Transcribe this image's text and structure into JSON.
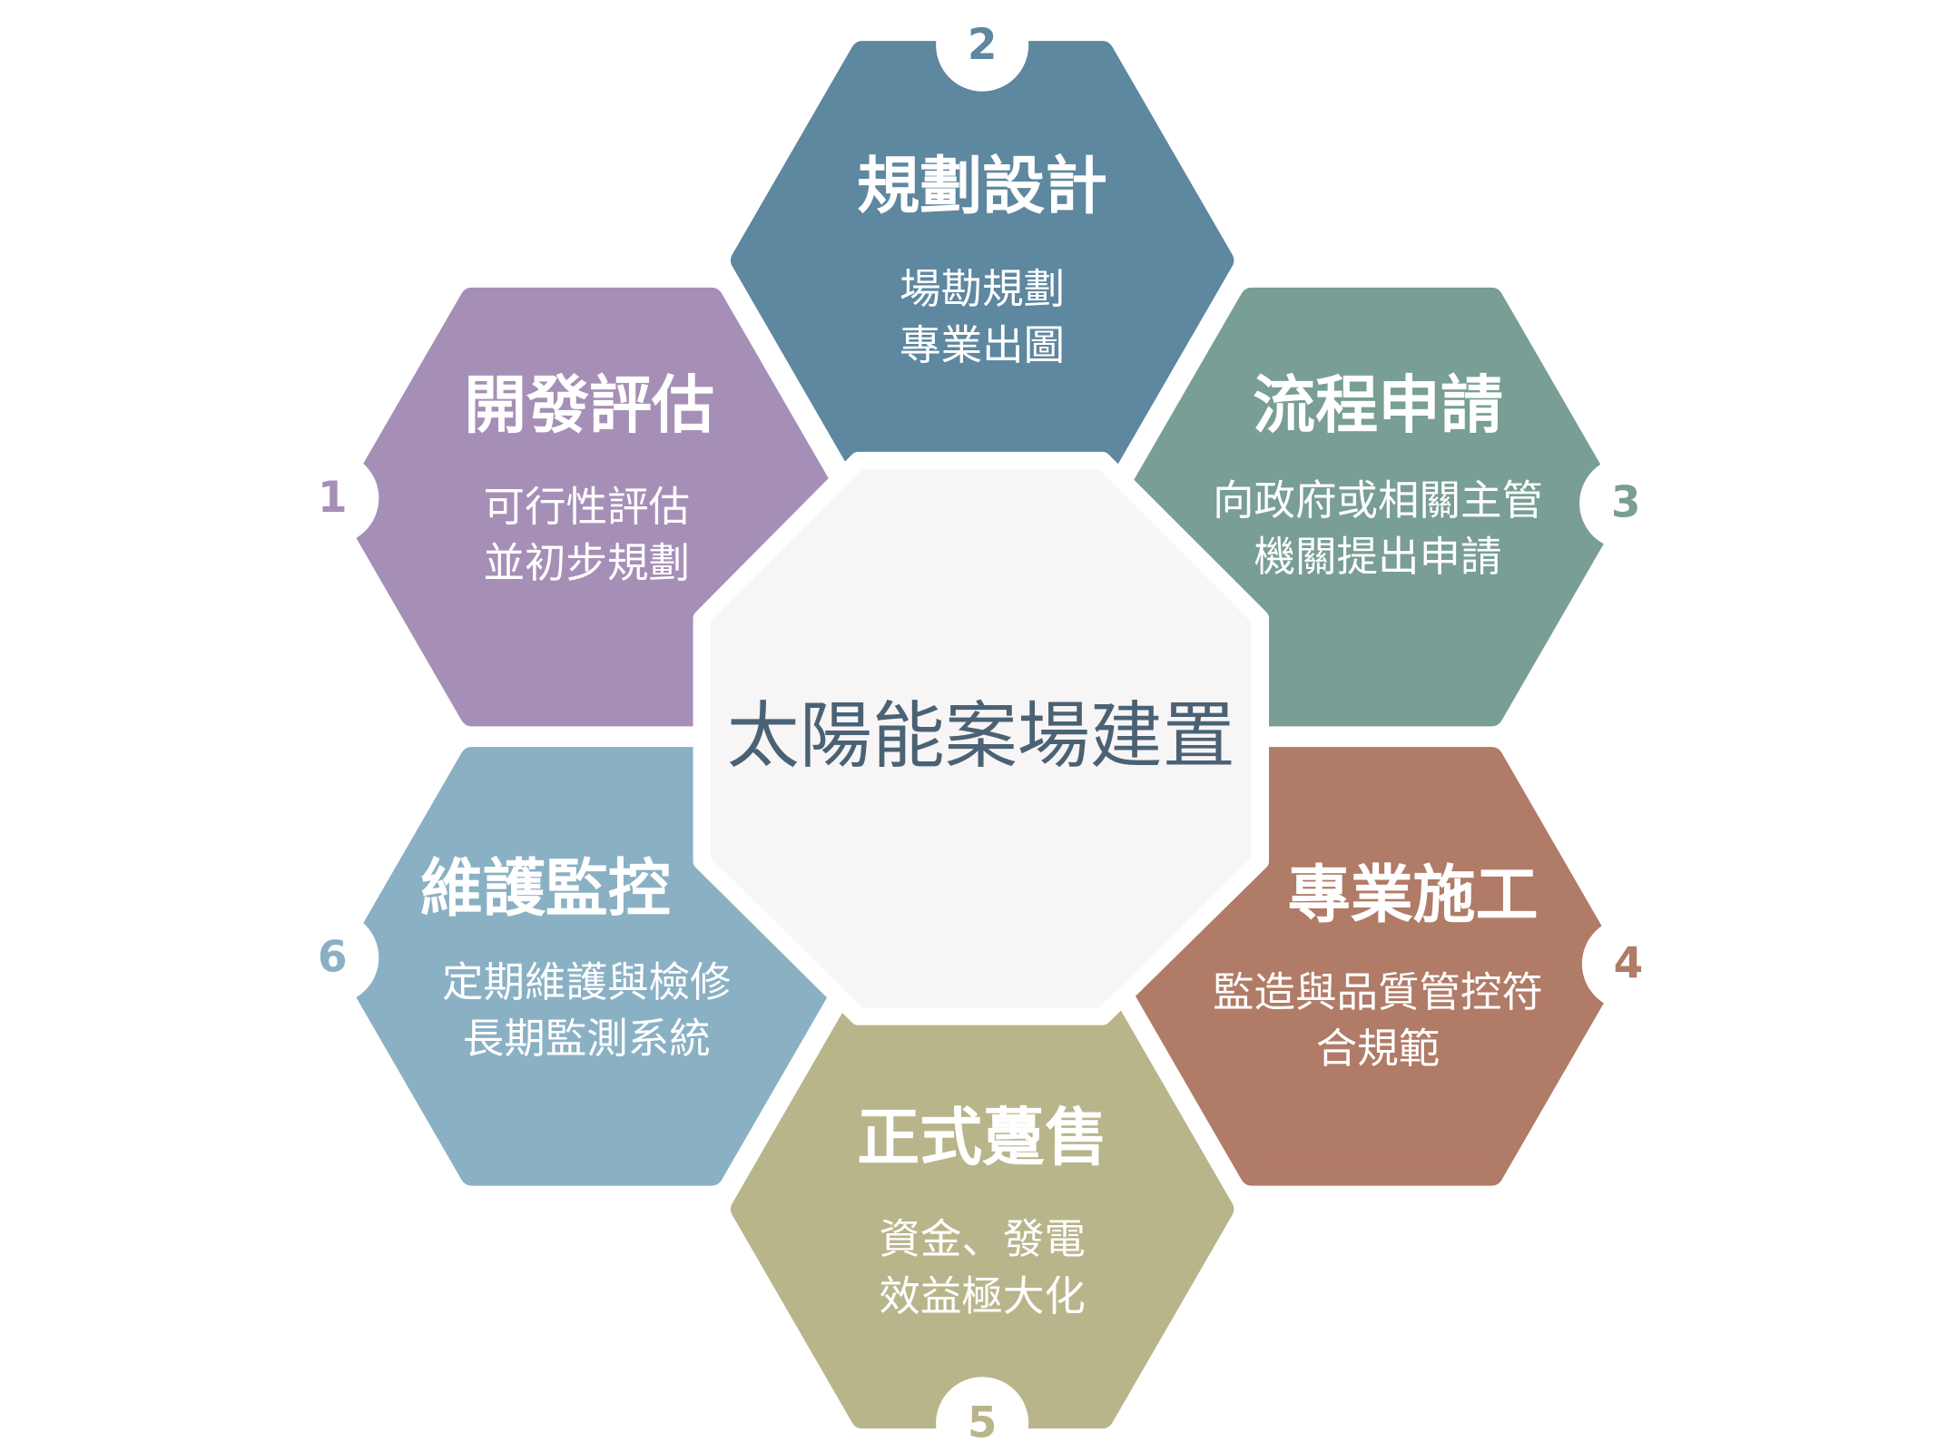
{
  "center": {
    "label": "太陽能案場建置",
    "color": "#4b6275",
    "fill": "#f7f5f6"
  },
  "steps": [
    {
      "number": "1",
      "title": "開發評估",
      "lines": [
        "可行性評估",
        "並初步規劃"
      ],
      "color": "#a68fb6"
    },
    {
      "number": "2",
      "title": "規劃設計",
      "lines": [
        "場勘規劃",
        "專業出圖"
      ],
      "color": "#5e87a0"
    },
    {
      "number": "3",
      "title": "流程申請",
      "lines": [
        "向政府或相關主管",
        "機關提出申請"
      ],
      "color": "#789e95"
    },
    {
      "number": "4",
      "title": "專業施工",
      "lines": [
        "監造與品質管控符",
        "合規範"
      ],
      "color": "#b07b67"
    },
    {
      "number": "5",
      "title": "正式躉售",
      "lines": [
        "資金、發電",
        "效益極大化"
      ],
      "color": "#b9b58b"
    },
    {
      "number": "6",
      "title": "維護監控",
      "lines": [
        "定期維護與檢修",
        "長期監測系統"
      ],
      "color": "#8ab0c4"
    }
  ]
}
